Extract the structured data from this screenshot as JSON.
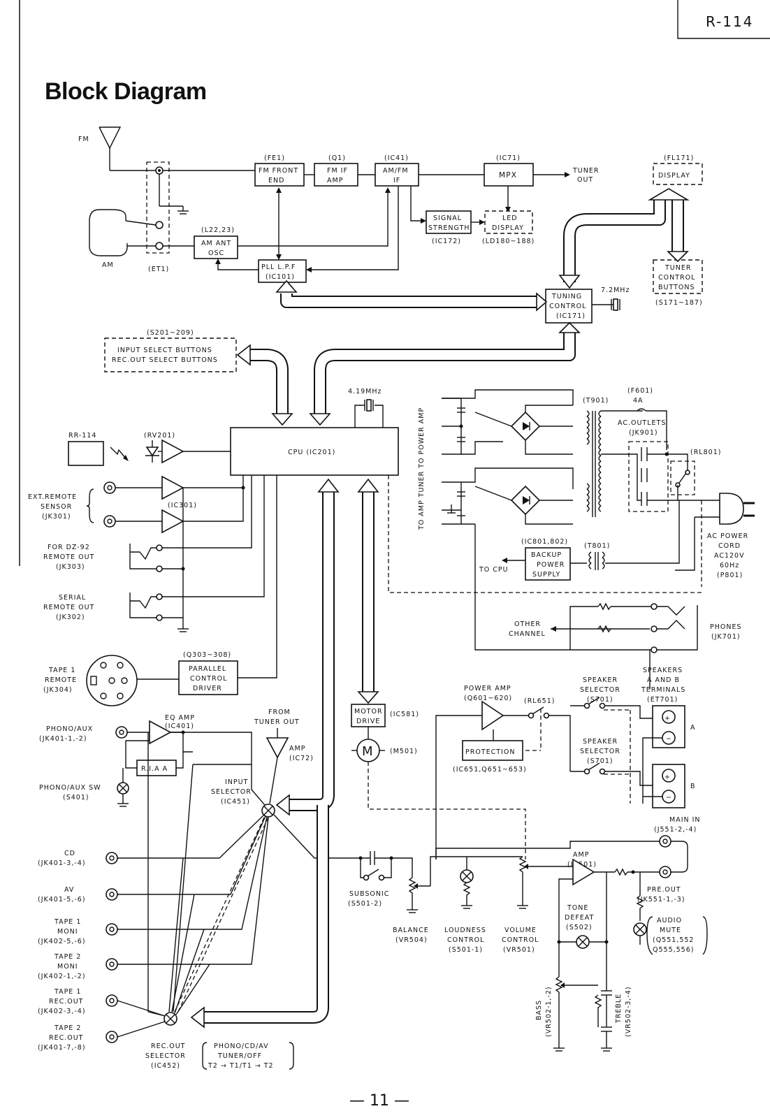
{
  "header": {
    "model": "R-114",
    "title": "Block Diagram",
    "page_number": "— 11 —"
  },
  "blocks": {
    "fm_front_end": {
      "ref": "(FE1)",
      "l1": "FM FRONT",
      "l2": "END"
    },
    "fm_if_amp": {
      "ref": "(Q1)",
      "l1": "FM IF",
      "l2": "AMP"
    },
    "am_fm_if": {
      "ref": "(IC41)",
      "l1": "AM/FM",
      "l2": "IF"
    },
    "mpx": {
      "ref": "(IC71)",
      "l1": "MPX"
    },
    "tuner_out": {
      "l1": "TUNER",
      "l2": "OUT"
    },
    "display": {
      "ref": "(FL171)",
      "l1": "DISPLAY"
    },
    "signal_strength": {
      "ref": "(IC172)",
      "l1": "SIGNAL",
      "l2": "STRENGTH"
    },
    "led_display": {
      "ref": "(LD180~188)",
      "l1": "LED",
      "l2": "DISPLAY"
    },
    "am_ant_osc": {
      "ref": "(L22,23)",
      "l1": "AM ANT",
      "l2": "OSC"
    },
    "pll_lpf": {
      "l1": "PLL L.P.F",
      "l2": "(IC101)"
    },
    "tuning_control": {
      "l1": "TUNING",
      "l2": "CONTROL",
      "l3": "(IC171)",
      "xtal": "7.2MHz"
    },
    "tuner_control_buttons": {
      "ref": "(S171~187)",
      "l1": "TUNER",
      "l2": "CONTROL",
      "l3": "BUTTONS"
    },
    "input_select": {
      "ref": "(S201~209)",
      "l1": "INPUT SELECT BUTTONS",
      "l2": "REC.OUT SELECT BUTTONS"
    },
    "cpu": {
      "l1": "CPU (IC201)",
      "xtal": "4.19MHz"
    },
    "rr114": {
      "l1": "RR-114",
      "ref": "(RV201)"
    },
    "ext_remote": {
      "l1": "EXT.REMOTE",
      "l2": "SENSOR",
      "l3": "(JK301)",
      "ic": "(IC301)"
    },
    "dz92": {
      "l1": "FOR DZ-92",
      "l2": "REMOTE OUT",
      "l3": "(JK303)"
    },
    "serial": {
      "l1": "SERIAL",
      "l2": "REMOTE OUT",
      "l3": "(JK302)"
    },
    "tape1_remote": {
      "l1": "TAPE 1",
      "l2": "REMOTE",
      "l3": "(JK304)"
    },
    "parallel_driver": {
      "ref": "(Q303~308)",
      "l1": "PARALLEL",
      "l2": "CONTROL",
      "l3": "DRIVER"
    },
    "phono_aux": {
      "l1": "PHONO/AUX",
      "l2": "(JK401-1,-2)"
    },
    "eq_amp": {
      "l1": "EQ AMP",
      "l2": "(IC401)"
    },
    "riaa": {
      "l1": "R.I.A A"
    },
    "phono_sw": {
      "l1": "PHONO/AUX SW",
      "l2": "(S401)"
    },
    "from_tuner": {
      "l1": "FROM",
      "l2": "TUNER OUT"
    },
    "amp_ic72": {
      "l1": "AMP",
      "l2": "(IC72)"
    },
    "input_selector": {
      "l1": "INPUT",
      "l2": "SELECTOR",
      "l3": "(IC451)"
    },
    "cd": {
      "l1": "CD",
      "l2": "(JK401-3,-4)"
    },
    "av": {
      "l1": "AV",
      "l2": "(JK401-5,-6)"
    },
    "tape1_moni": {
      "l1": "TAPE 1",
      "l2": "MONI",
      "l3": "(JK402-5,-6)"
    },
    "tape2_moni": {
      "l1": "TAPE 2",
      "l2": "MONI",
      "l3": "(JK402-1,-2)"
    },
    "tape1_rec": {
      "l1": "TAPE 1",
      "l2": "REC.OUT",
      "l3": "(JK402-3,-4)"
    },
    "tape2_rec": {
      "l1": "TAPE 2",
      "l2": "REC.OUT",
      "l3": "(JK401-7,-8)"
    },
    "recout_selector": {
      "l1": "REC.OUT",
      "l2": "SELECTOR",
      "l3": "(IC452)"
    },
    "tuner_off": {
      "l1": "PHONO/CD/AV",
      "l2": "TUNER/OFF",
      "l3": "T2 → T1/T1 → T2"
    },
    "motor_drive": {
      "l1": "MOTOR",
      "l2": "DRIVE",
      "ref": "(IC581)",
      "motor": "M",
      "motor_ref": "(M501)"
    },
    "side_label": {
      "l1": "TO AMP TUNER TO POWER AMP"
    },
    "transformer_t901": {
      "ref": "(T901)"
    },
    "fuse": {
      "ref": "(F601)",
      "val": "4A"
    },
    "ac_outlets": {
      "l1": "AC.OUTLETS",
      "l2": "(JK901)"
    },
    "relay_rl801": {
      "ref": "(RL801)"
    },
    "ac_power": {
      "l1": "AC POWER",
      "l2": "CORD",
      "l3": "AC120V",
      "l4": "60Hz",
      "l5": "(P801)"
    },
    "backup_power": {
      "ref": "(IC801,802)",
      "l1": "BACKUP",
      "l2": "POWER",
      "l3": "SUPPLY",
      "to_cpu": "TO CPU",
      "t801": "(T801)"
    },
    "other_channel": {
      "l1": "OTHER",
      "l2": "CHANNEL"
    },
    "phones": {
      "l1": "PHONES",
      "l2": "(JK701)"
    },
    "power_amp": {
      "l1": "POWER AMP",
      "l2": "(Q601~620)",
      "relay": "(RL651)"
    },
    "protection": {
      "l1": "PROTECTION",
      "ref": "(IC651,Q651~653)"
    },
    "speaker_sel_a": {
      "l1": "SPEAKER",
      "l2": "SELECTOR",
      "l3": "(S701)"
    },
    "speaker_sel_b": {
      "l1": "SPEAKER",
      "l2": "SELECTOR",
      "l3": "(S701)"
    },
    "speakers_terminals": {
      "l1": "SPEAKERS",
      "l2": "A AND B",
      "l3": "TERMINALS",
      "l4": "(ET701)",
      "a": "A",
      "b": "B"
    },
    "main_in": {
      "l1": "MAIN IN",
      "l2": "(J551-2,-4)"
    },
    "amp_ic501": {
      "l1": "AMP",
      "l2": "(IC501)"
    },
    "pre_out": {
      "l1": "PRE.OUT",
      "l2": "(JK551-1,-3)"
    },
    "subsonic": {
      "l1": "SUBSONIC",
      "l2": "(S501-2)"
    },
    "balance": {
      "l1": "BALANCE",
      "l2": "(VR504)"
    },
    "loudness": {
      "l1": "LOUDNESS",
      "l2": "CONTROL",
      "l3": "(S501-1)"
    },
    "volume": {
      "l1": "VOLUME",
      "l2": "CONTROL",
      "l3": "(VR501)"
    },
    "tone_defeat": {
      "l1": "TONE",
      "l2": "DEFEAT",
      "l3": "(S502)"
    },
    "audio_mute": {
      "l1": "AUDIO",
      "l2": "MUTE",
      "l3": "(Q551,552",
      "l4": "Q555,556)"
    },
    "bass": {
      "l1": "BASS",
      "l2": "(VR502-1,-2)"
    },
    "treble": {
      "l1": "TREBLE",
      "l2": "(VR502-3,-4)"
    },
    "antenna": {
      "fm": "FM",
      "am": "AM",
      "et1": "(ET1)"
    }
  }
}
